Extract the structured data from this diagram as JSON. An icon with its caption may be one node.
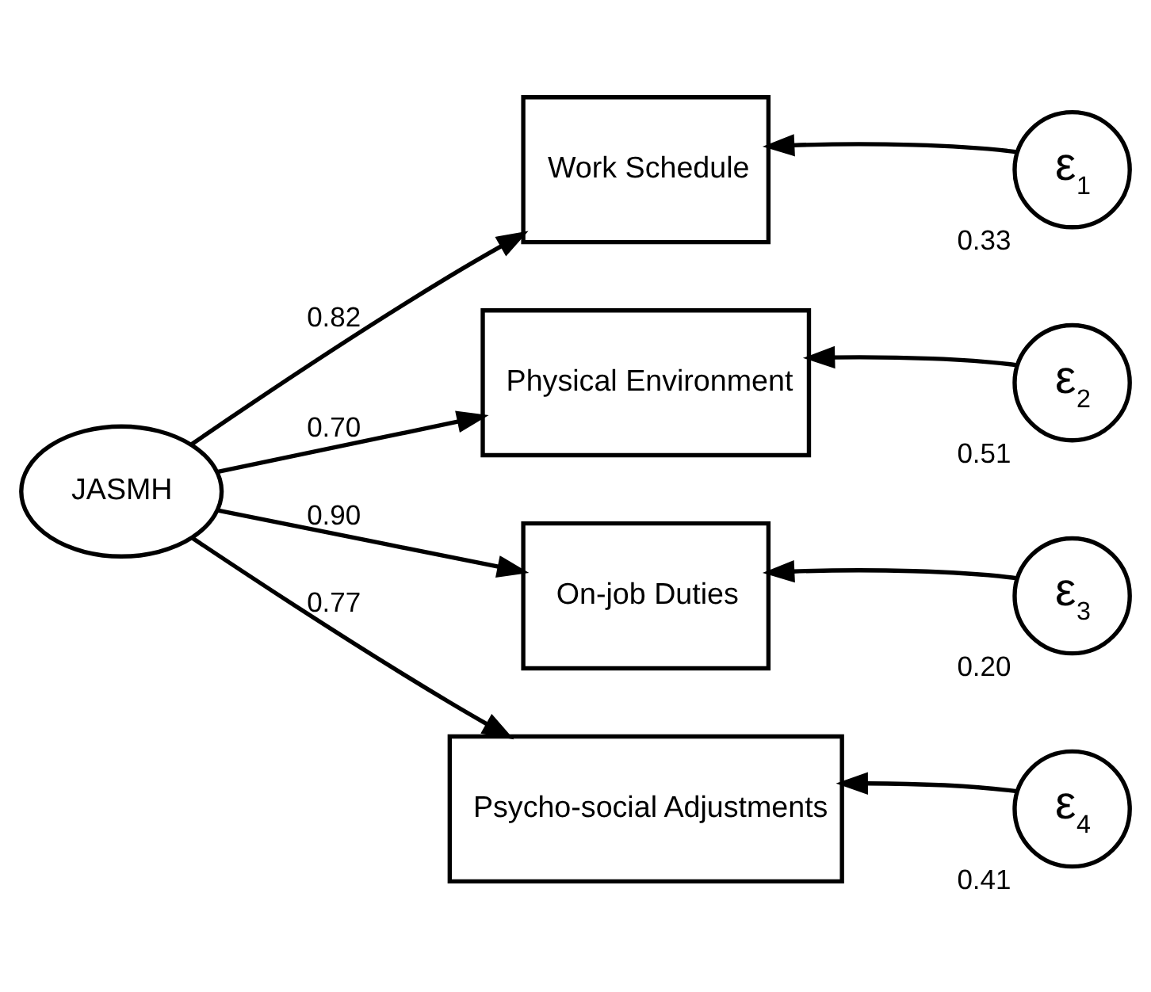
{
  "diagram": {
    "nodes": [
      {
        "text": [
          "JASMH"
        ]
      },
      {
        "text": [
          "Work Schedule"
        ]
      },
      {
        "text": [
          "Physical Environment"
        ]
      },
      {
        "text": [
          "On-job Duties"
        ]
      },
      {
        "text": [
          "Psycho-social Adjustments"
        ]
      },
      {
        "text": [
          "ε$_{1}$"
        ],
        "beside": [
          "0.33"
        ]
      },
      {
        "text": [
          "ε$_{2}$"
        ],
        "beside": [
          "0.51"
        ]
      },
      {
        "text": [
          "ε$_{3}$"
        ],
        "beside": [
          "0.20"
        ]
      },
      {
        "text": [
          "ε$_{4}$"
        ],
        "beside": [
          "0.41"
        ]
      }
    ],
    "edges": [
      {
        "from": 0,
        "to": 1,
        "arrow": "to",
        "label": "0.82"
      },
      {
        "from": 0,
        "to": 2,
        "arrow": "to",
        "label": "0.70"
      },
      {
        "from": 0,
        "to": 3,
        "arrow": "to",
        "label": "0.90"
      },
      {
        "from": 0,
        "to": 4,
        "arrow": "to",
        "label": "0.77"
      },
      {
        "from": 5,
        "to": 1,
        "arrow": "to"
      },
      {
        "from": 6,
        "to": 2,
        "arrow": "to"
      },
      {
        "from": 7,
        "to": 3,
        "arrow": "to"
      },
      {
        "from": 8,
        "to": 4,
        "arrow": "to"
      }
    ]
  }
}
